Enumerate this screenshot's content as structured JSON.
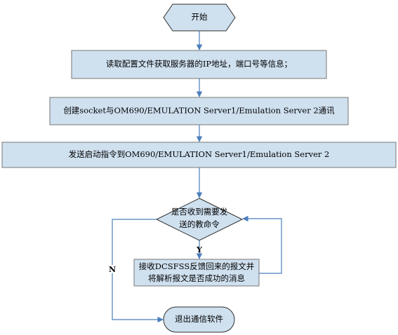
{
  "flowchart": {
    "start": {
      "label": "开始"
    },
    "step_read_config": {
      "label": "读取配置文件获取服务器的IP地址，端口号等信息；"
    },
    "step_create_socket": {
      "label": "创建socket与OM690/EMULATION Server1/Emulation Server 2通讯"
    },
    "step_send_start": {
      "label": "发送启动指令到OM690/EMULATION Server1/Emulation Server 2"
    },
    "decision": {
      "line1": "是否收到需要发",
      "line2": "送的教命令"
    },
    "step_receive": {
      "line1": "接收DCSFSS反馈回来的报文并",
      "line2": "将解析报文是否成功的消息"
    },
    "end": {
      "label": "退出通信软件"
    },
    "branch_yes": "Y",
    "branch_no": "N"
  }
}
